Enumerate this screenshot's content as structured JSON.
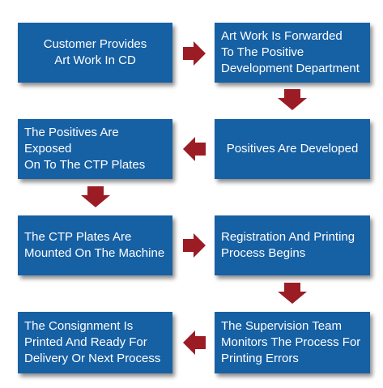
{
  "colors": {
    "box_fill": "#1660a4",
    "box_text": "#ffffff",
    "arrow_fill": "#9b1c24"
  },
  "steps": [
    {
      "label": "Customer Provides\nArt Work In CD"
    },
    {
      "label": "Art Work Is Forwarded\nTo The Positive\nDevelopment Department"
    },
    {
      "label": "Positives Are Developed"
    },
    {
      "label": "The Positives Are Exposed\nOn To The CTP Plates"
    },
    {
      "label": "The CTP Plates Are\nMounted On The Machine"
    },
    {
      "label": "Registration And Printing\nProcess Begins"
    },
    {
      "label": "The Supervision Team\nMonitors The Process For\nPrinting Errors"
    },
    {
      "label": "The Consignment Is\nPrinted And Ready For\nDelivery Or Next Process"
    }
  ],
  "arrows": [
    {
      "direction": "right-arrow-icon"
    },
    {
      "direction": "down-arrow-icon"
    },
    {
      "direction": "left-arrow-icon"
    },
    {
      "direction": "down-arrow-icon"
    },
    {
      "direction": "right-arrow-icon"
    },
    {
      "direction": "down-arrow-icon"
    },
    {
      "direction": "left-arrow-icon"
    }
  ]
}
